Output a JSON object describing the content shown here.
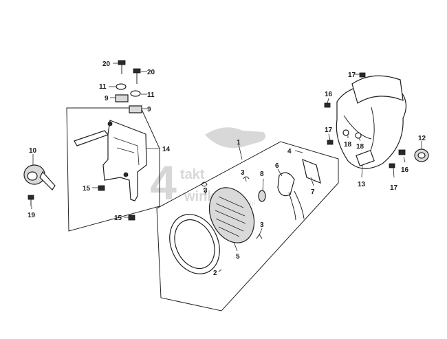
{
  "diagram": {
    "watermark": {
      "big": "4",
      "word": "takt",
      "sub": "winkel",
      "tld": ".nl",
      "color": "#b8b8b8"
    },
    "labels": {
      "n20a": "20",
      "n20b": "20",
      "n11a": "11",
      "n11b": "11",
      "n9a": "9",
      "n9b": "9",
      "n10": "10",
      "n19": "19",
      "n14": "14",
      "n15a": "15",
      "n15b": "15",
      "n1": "1",
      "n2": "2",
      "n3a": "3",
      "n3b": "3",
      "n3c": "3",
      "n5": "5",
      "n8": "8",
      "n6": "6",
      "n4": "4",
      "n7": "7",
      "n17a": "17",
      "n17b": "17",
      "n17c": "17",
      "n16a": "16",
      "n16b": "16",
      "n18a": "18",
      "n18b": "18",
      "n12": "12",
      "n13": "13"
    },
    "colors": {
      "ink": "#1e1e1e",
      "background": "#ffffff"
    }
  }
}
